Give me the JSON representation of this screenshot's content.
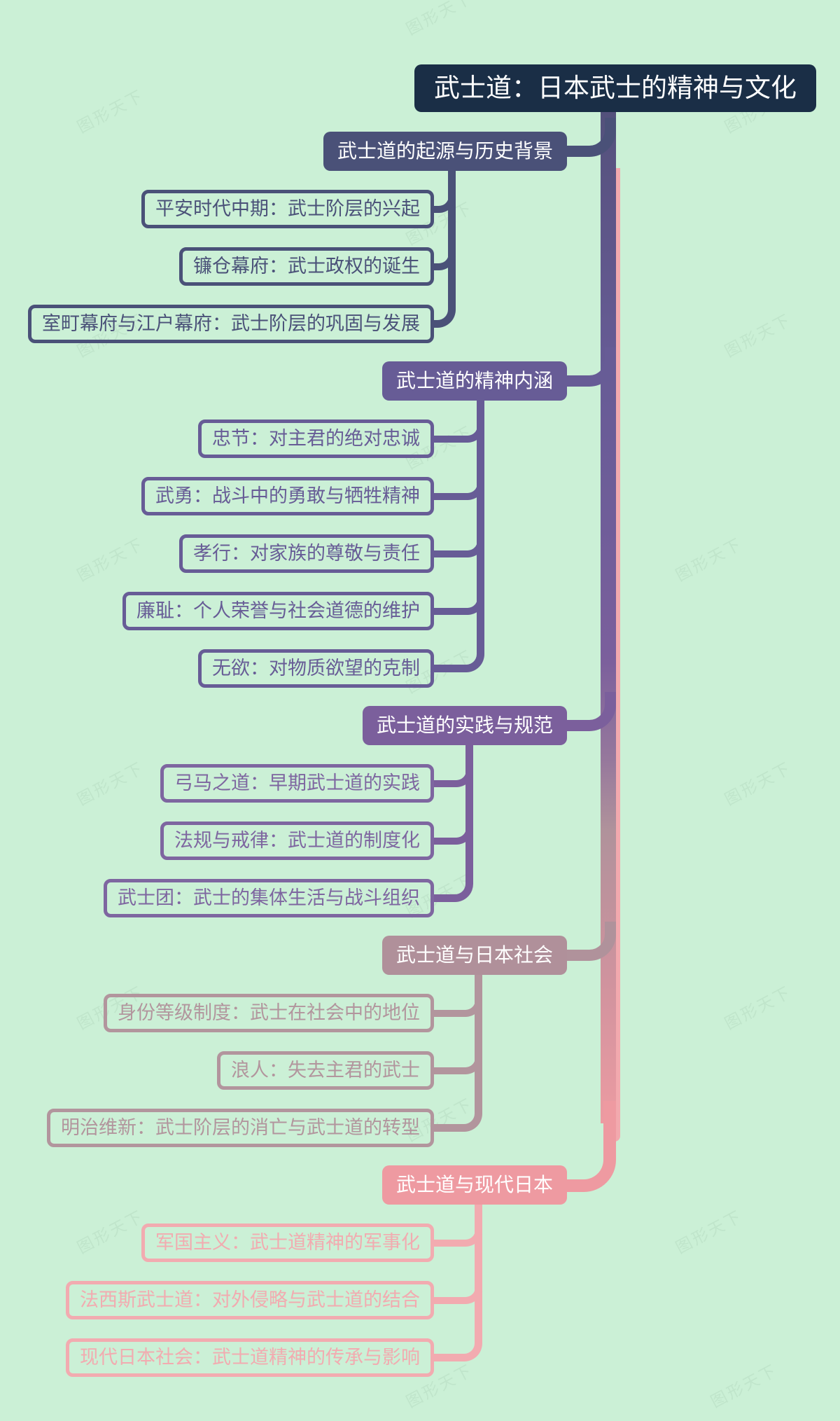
{
  "root": {
    "title": "武士道：日本武士的精神与文化"
  },
  "watermark": {
    "text": "图形天下"
  },
  "colors": {
    "background": "#cbf0d6",
    "root": "#1a2e46",
    "branch1": "#4a5178",
    "branch2": "#675c96",
    "branch3": "#7b5f9c",
    "branch4": "#b0909a",
    "branch5": "#ee9aa1"
  },
  "branches": [
    {
      "label": "武士道的起源与历史背景",
      "color": "#4a5178",
      "children": [
        "平安时代中期：武士阶层的兴起",
        "镰仓幕府：武士政权的诞生",
        "室町幕府与江户幕府：武士阶层的巩固与发展"
      ]
    },
    {
      "label": "武士道的精神内涵",
      "color": "#675c96",
      "children": [
        "忠节：对主君的绝对忠诚",
        "武勇：战斗中的勇敢与牺牲精神",
        "孝行：对家族的尊敬与责任",
        "廉耻：个人荣誉与社会道德的维护",
        "无欲：对物质欲望的克制"
      ]
    },
    {
      "label": "武士道的实践与规范",
      "color": "#7b5f9c",
      "children": [
        "弓马之道：早期武士道的实践",
        "法规与戒律：武士道的制度化",
        "武士团：武士的集体生活与战斗组织"
      ]
    },
    {
      "label": "武士道与日本社会",
      "color": "#b0909a",
      "children": [
        "身份等级制度：武士在社会中的地位",
        "浪人：失去主君的武士",
        "明治维新：武士阶层的消亡与武士道的转型"
      ]
    },
    {
      "label": "武士道与现代日本",
      "color": "#ee9aa1",
      "children": [
        "军国主义：武士道精神的军事化",
        "法西斯武士道：对外侵略与武士道的结合",
        "现代日本社会：武士道精神的传承与影响"
      ]
    }
  ]
}
